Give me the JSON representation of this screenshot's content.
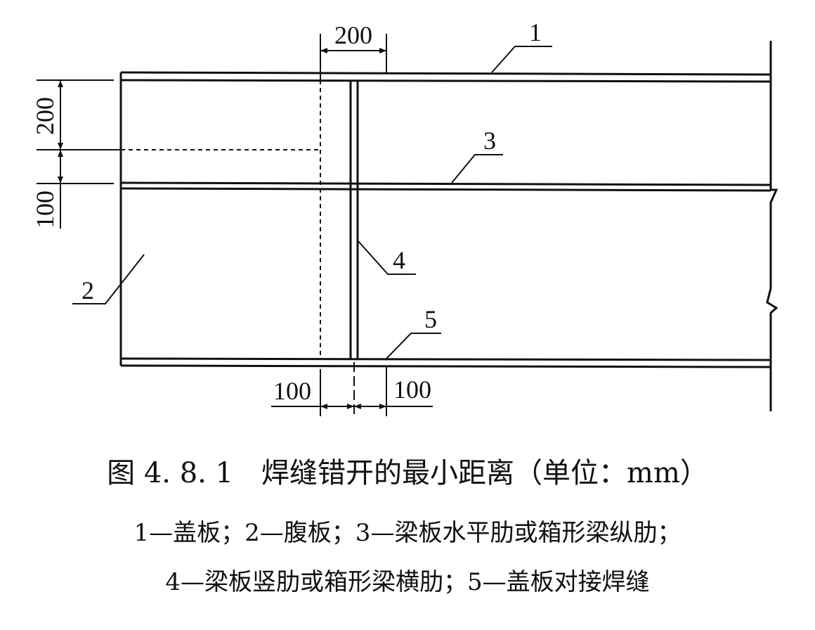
{
  "diagram": {
    "dimensions": {
      "top_width": "200",
      "left_upper": "200",
      "left_lower": "100",
      "bottom_left": "100",
      "bottom_right": "100"
    },
    "callouts": [
      "1",
      "2",
      "3",
      "4",
      "5"
    ]
  },
  "caption": {
    "title": "图 4. 8. 1　焊缝错开的最小距离（单位：mm）",
    "line1": "1—盖板；2—腹板；3—梁板水平肋或箱形梁纵肋；",
    "line2": "4—梁板竖肋或箱形梁横肋；5—盖板对接焊缝"
  },
  "colors": {
    "ink": "#111111",
    "background": "#ffffff"
  }
}
